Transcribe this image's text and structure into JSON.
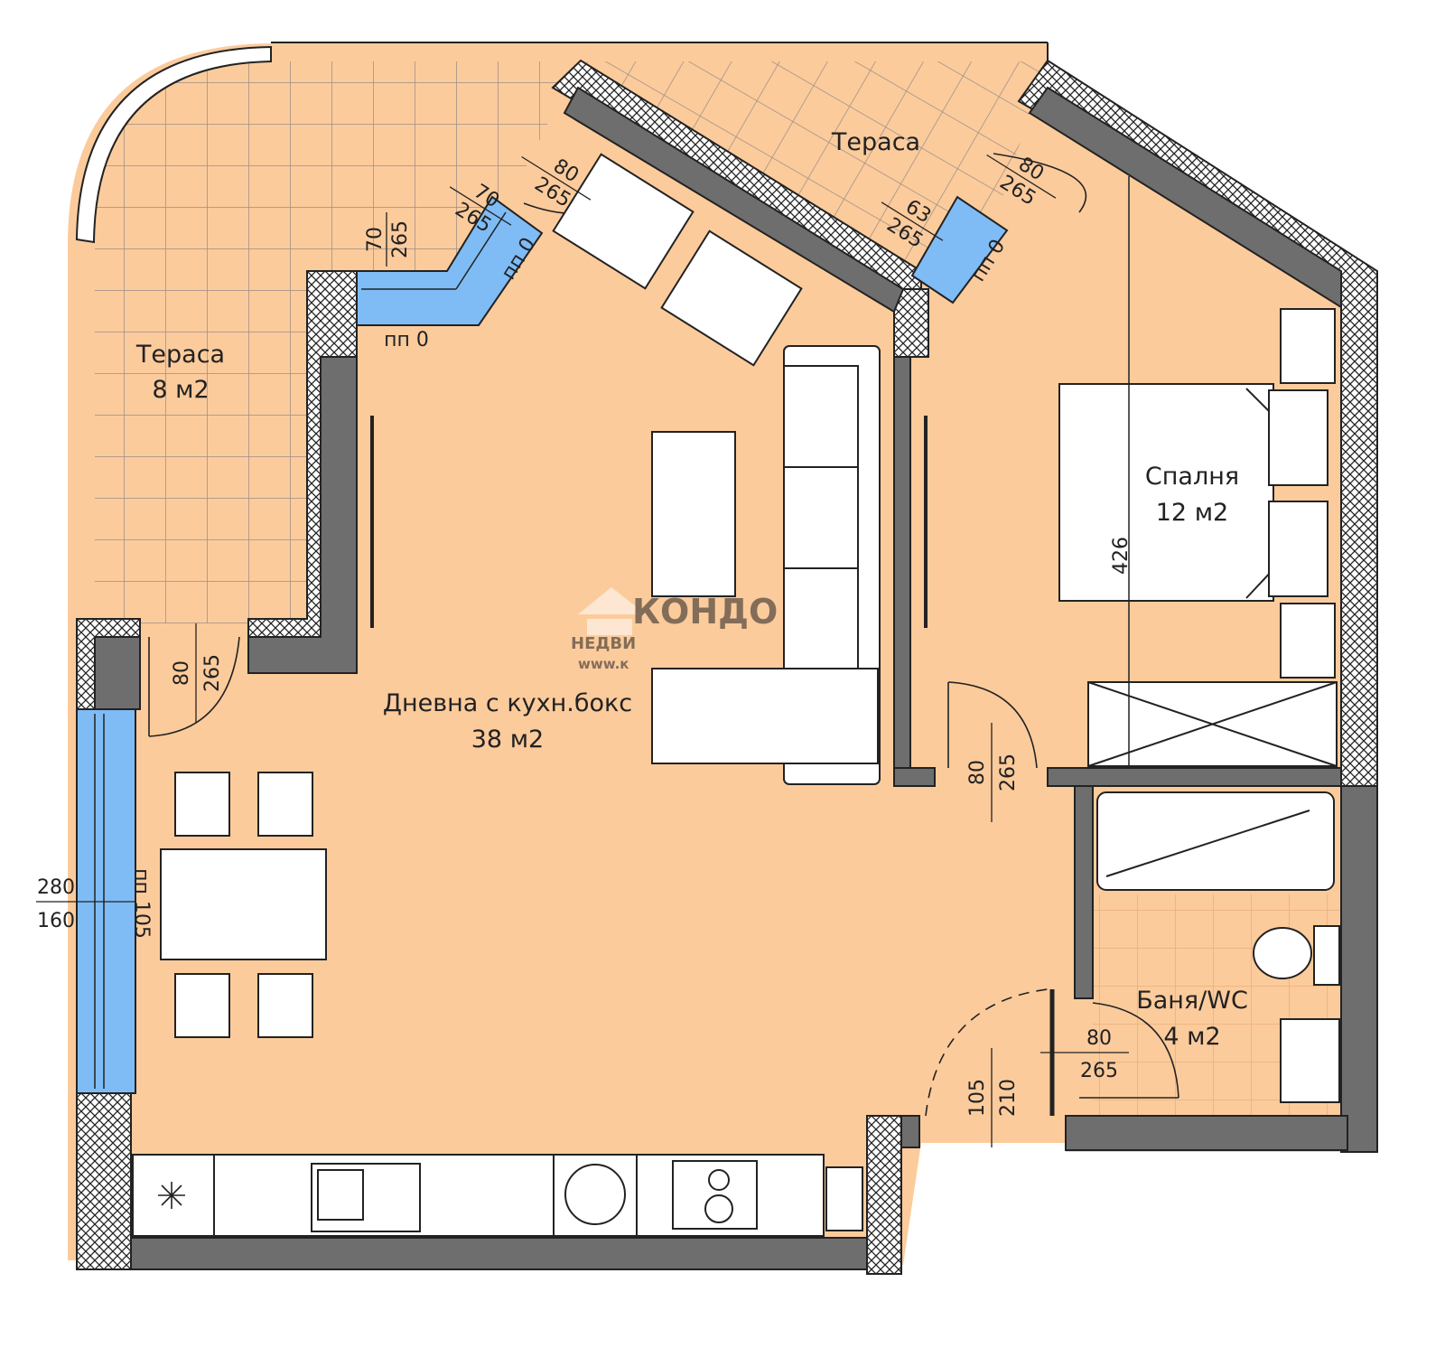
{
  "colors": {
    "floor": "#fccb9c",
    "wall": "#6e6e6e",
    "window": "#7fbcf5",
    "grid": "#9a8f86",
    "furniture": "#ffffff"
  },
  "rooms": {
    "terrace_left": {
      "name": "Тераса",
      "area": "8 м2"
    },
    "terrace_top": {
      "name": "Тераса"
    },
    "bedroom": {
      "name": "Спалня",
      "area": "12 м2"
    },
    "living": {
      "name": "Дневна с кухн.бокс",
      "area": "38 м2"
    },
    "bathroom": {
      "name": "Баня/WC",
      "area": "4 м2"
    }
  },
  "dimensions": {
    "door_top_living": {
      "width": "80",
      "height": "265"
    },
    "window_diag_living": {
      "width": "70",
      "height": "265",
      "sill": "пп 0"
    },
    "window_horiz_living": {
      "width": "70",
      "height": "265",
      "sill": "пп 0"
    },
    "window_top_bedroom": {
      "width": "63",
      "height": "265",
      "sill": "пп 0"
    },
    "door_top_bedroom": {
      "width": "80",
      "height": "265"
    },
    "bedroom_length": "426",
    "door_terrace_left": {
      "width": "80",
      "height": "265"
    },
    "door_bedroom": {
      "width": "80",
      "height": "265"
    },
    "window_left": {
      "width": "280",
      "height": "160",
      "sill": "пп 105"
    },
    "door_bathroom": {
      "width": "80",
      "height": "265"
    },
    "entrance_door": {
      "width": "105",
      "height": "210"
    }
  },
  "watermark": {
    "logo": "КОНДО",
    "line1": "НЕДВИ",
    "line2": "www.к"
  }
}
